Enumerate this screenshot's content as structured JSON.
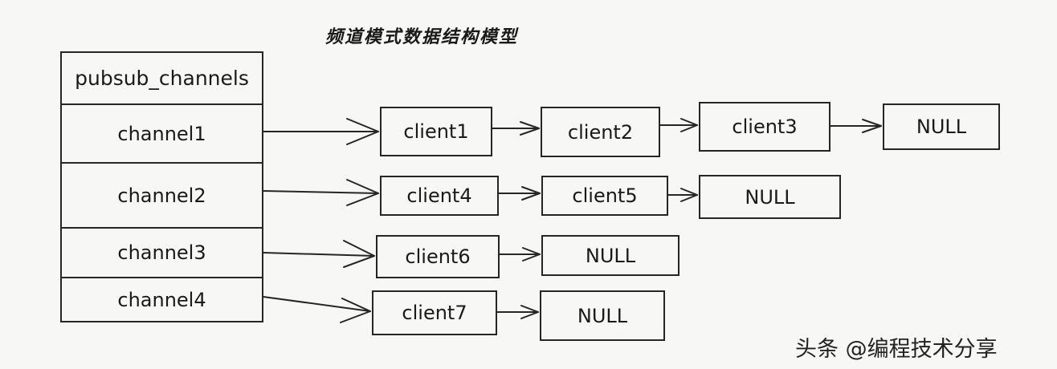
{
  "title": "频道模式数据结构模型",
  "table": {
    "header": "pubsub_channels",
    "rows": [
      "channel1",
      "channel2",
      "channel3",
      "channel4"
    ]
  },
  "lists": [
    {
      "nodes": [
        "client1",
        "client2",
        "client3"
      ],
      "terminal": "NULL"
    },
    {
      "nodes": [
        "client4",
        "client5"
      ],
      "terminal": "NULL"
    },
    {
      "nodes": [
        "client6"
      ],
      "terminal": "NULL"
    },
    {
      "nodes": [
        "client7"
      ],
      "terminal": "NULL"
    }
  ],
  "watermark": "头条 @编程技术分享"
}
